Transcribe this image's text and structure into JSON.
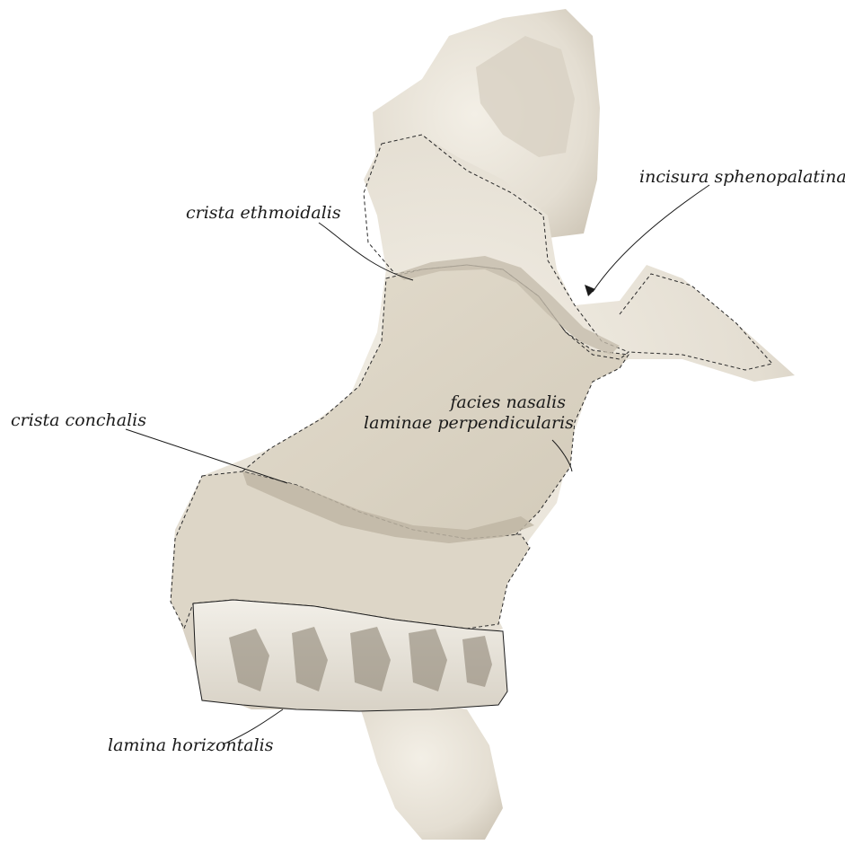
{
  "labels": {
    "incisura": "incisura sphenopalatina",
    "crista_ethmoidalis": "crista ethmoidalis",
    "facies_line1": "facies nasalis",
    "facies_line2": "laminae perpendicularis",
    "crista_conchalis": "crista conchalis",
    "lamina_horizontalis": "lamina horizontalis"
  },
  "colors": {
    "bone_light": "#ece7dc",
    "bone_region": "#dcd5c5",
    "bone_shadow": "#b9b1a1",
    "outline": "#2a2a2a",
    "background": "#ffffff"
  }
}
